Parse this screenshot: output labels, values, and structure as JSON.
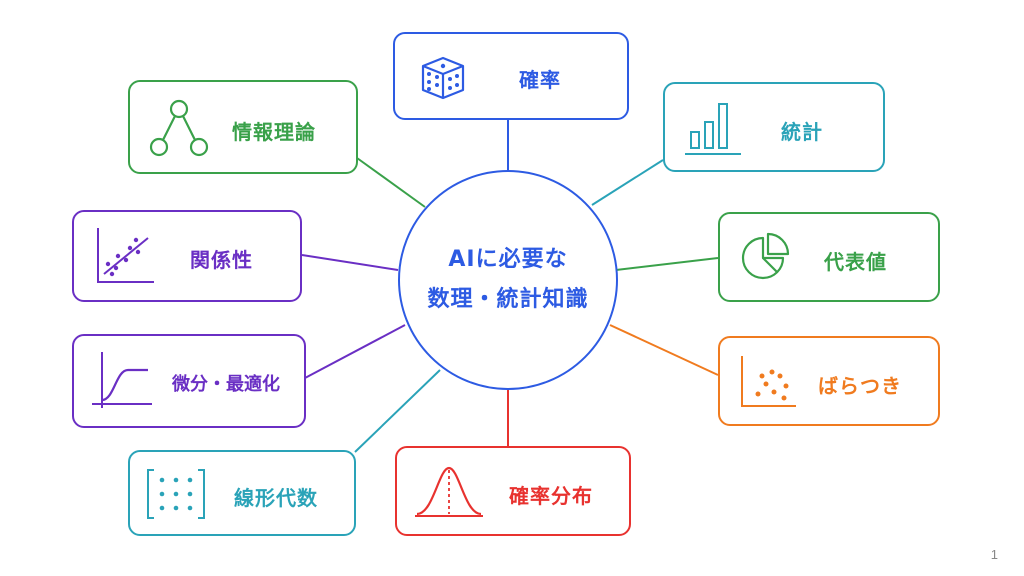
{
  "center": {
    "line1": "AIに必要な",
    "line2": "数理・統計知識"
  },
  "nodes": {
    "probability": {
      "label": "確率",
      "color": "#2d5be3",
      "icon": "dice-icon"
    },
    "statistics": {
      "label": "統計",
      "color": "#2aa3b8",
      "icon": "bar-chart-icon"
    },
    "representative": {
      "label": "代表値",
      "color": "#3aa14a",
      "icon": "pie-chart-icon"
    },
    "dispersion": {
      "label": "ばらつき",
      "color": "#f07b1f",
      "icon": "scatter-dots-icon"
    },
    "distribution": {
      "label": "確率分布",
      "color": "#e8322f",
      "icon": "bell-curve-icon"
    },
    "linear_algebra": {
      "label": "線形代数",
      "color": "#2aa3b8",
      "icon": "matrix-icon"
    },
    "calculus": {
      "label": "微分・最適化",
      "color": "#6a2fc4",
      "icon": "sigmoid-curve-icon"
    },
    "correlation": {
      "label": "関係性",
      "color": "#6a2fc4",
      "icon": "scatter-trend-icon"
    },
    "information_theory": {
      "label": "情報理論",
      "color": "#3aa14a",
      "icon": "tree-graph-icon"
    }
  },
  "page_number": "1"
}
